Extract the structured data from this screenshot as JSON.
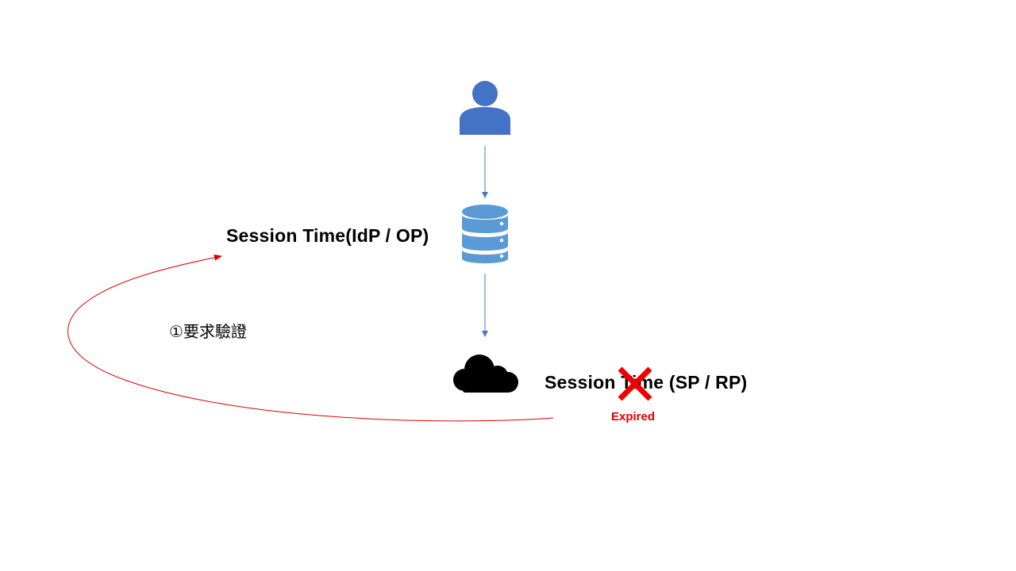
{
  "diagram": {
    "idp_label": "Session Time(IdP / OP)",
    "sp_label": "Session Time (SP / RP)",
    "step_label": "①要求驗證",
    "expired_label": "Expired",
    "icons": {
      "user": "user-icon",
      "server": "database-server-icon",
      "cloud": "cloud-icon",
      "cross": "red-x-icon"
    },
    "colors": {
      "user_icon": "#4472c4",
      "server_icon": "#5b9bd5",
      "arrow": "#4a78b8",
      "curve": "#e00000",
      "cross": "#ee0000",
      "cloud": "#000000"
    }
  }
}
